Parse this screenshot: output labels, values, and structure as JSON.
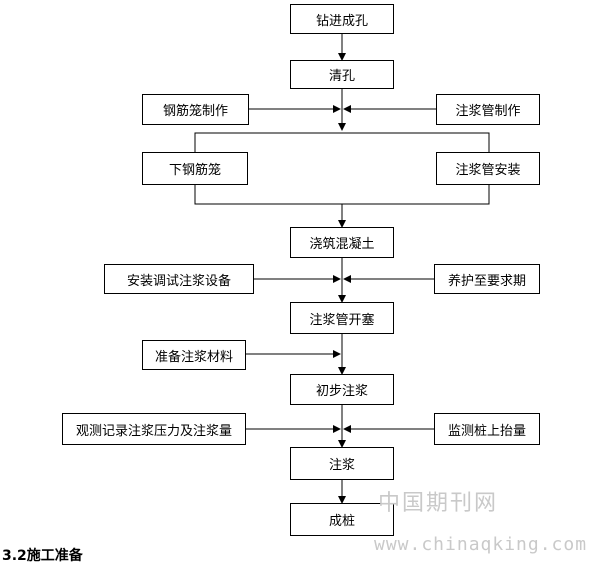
{
  "nodes": {
    "drill": "钻进成孔",
    "clean": "清孔",
    "cage_make": "钢筋笼制作",
    "pipe_make": "注浆管制作",
    "cage_lower": "下钢筋笼",
    "pipe_install": "注浆管安装",
    "pour": "浇筑混凝土",
    "equip": "安装调试注浆设备",
    "cure": "养护至要求期",
    "open": "注浆管开塞",
    "material": "准备注浆材料",
    "initial": "初步注浆",
    "observe": "观测记录注浆压力及注浆量",
    "monitor": "监测桩上抬量",
    "grout": "注浆",
    "finish": "成桩"
  },
  "watermark": {
    "chinese": "中国期刊网",
    "url": "www.chinaqking.com"
  },
  "section_heading": "3.2施工准备"
}
